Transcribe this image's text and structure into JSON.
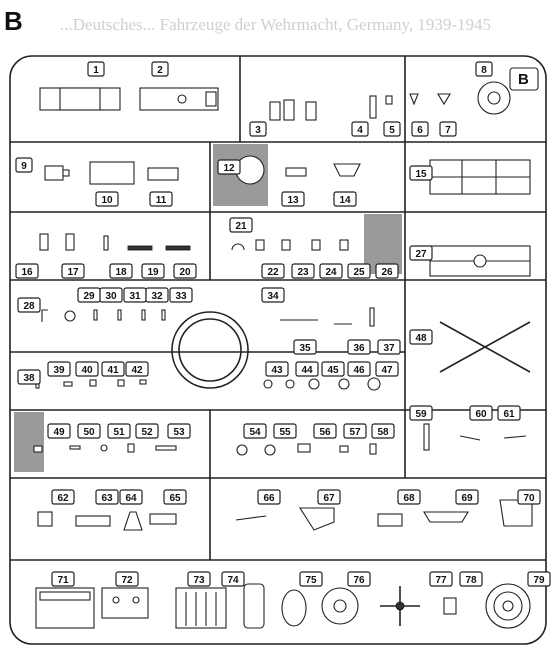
{
  "figure": {
    "panel_letter": "B",
    "corner_letter": "B",
    "watermark_text": "...Deutsches... Fahrzeuge der Wehrmacht, Germany, 1939-1945",
    "colors": {
      "line": "#222222",
      "shade": "#9a9a9a",
      "paper": "#ffffff"
    }
  },
  "part_numbers": [
    "1",
    "2",
    "3",
    "4",
    "5",
    "6",
    "7",
    "8",
    "9",
    "10",
    "11",
    "12",
    "13",
    "14",
    "15",
    "16",
    "17",
    "18",
    "19",
    "20",
    "21",
    "22",
    "23",
    "24",
    "25",
    "26",
    "27",
    "28",
    "29",
    "30",
    "31",
    "32",
    "33",
    "34",
    "35",
    "36",
    "37",
    "38",
    "39",
    "40",
    "41",
    "42",
    "43",
    "44",
    "45",
    "46",
    "47",
    "48",
    "49",
    "50",
    "51",
    "52",
    "53",
    "54",
    "55",
    "56",
    "57",
    "58",
    "59",
    "60",
    "61",
    "62",
    "63",
    "64",
    "65",
    "66",
    "67",
    "68",
    "69",
    "70",
    "71",
    "72",
    "73",
    "74",
    "75",
    "76",
    "77",
    "78",
    "79"
  ],
  "shaded_parts": [
    "12",
    "26",
    "49"
  ]
}
